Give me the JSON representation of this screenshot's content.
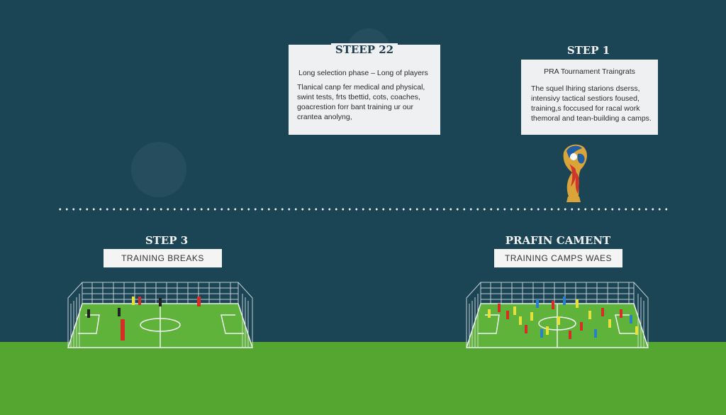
{
  "step_22": {
    "title": "STEEP 22",
    "subtitle": "Long selection phase – Long of players",
    "body": [
      "Tlanical canp fer medical and physical,",
      "swint tests, frts tbettid, cots, coaches,",
      "goacrestion forr bant training ur our",
      "crantea anolyng,"
    ]
  },
  "step_1": {
    "title": "STEP 1",
    "subtitle": "PRA Tournament Traingrats",
    "body": [
      "The squel lhiring starions dserss,",
      "intensivy tactical sestiors foused,",
      "training,s foccused for racal work",
      "themoral and tean-building a camps."
    ]
  },
  "step_3": {
    "title": "STEP 3",
    "label": "TRAINING BREAKS"
  },
  "prafin": {
    "title": "PRAFIN CAMENT",
    "label": "TRAINING CAMPS WAES"
  },
  "colors": {
    "background": "#1b4455",
    "grass": "#54a630",
    "card": "#eef0f1",
    "trophy_gold": "#d9a43a",
    "trophy_blue": "#1f5fa8",
    "trophy_red": "#d0352b"
  },
  "icons": {
    "trophy": "world-cup-trophy-icon"
  }
}
